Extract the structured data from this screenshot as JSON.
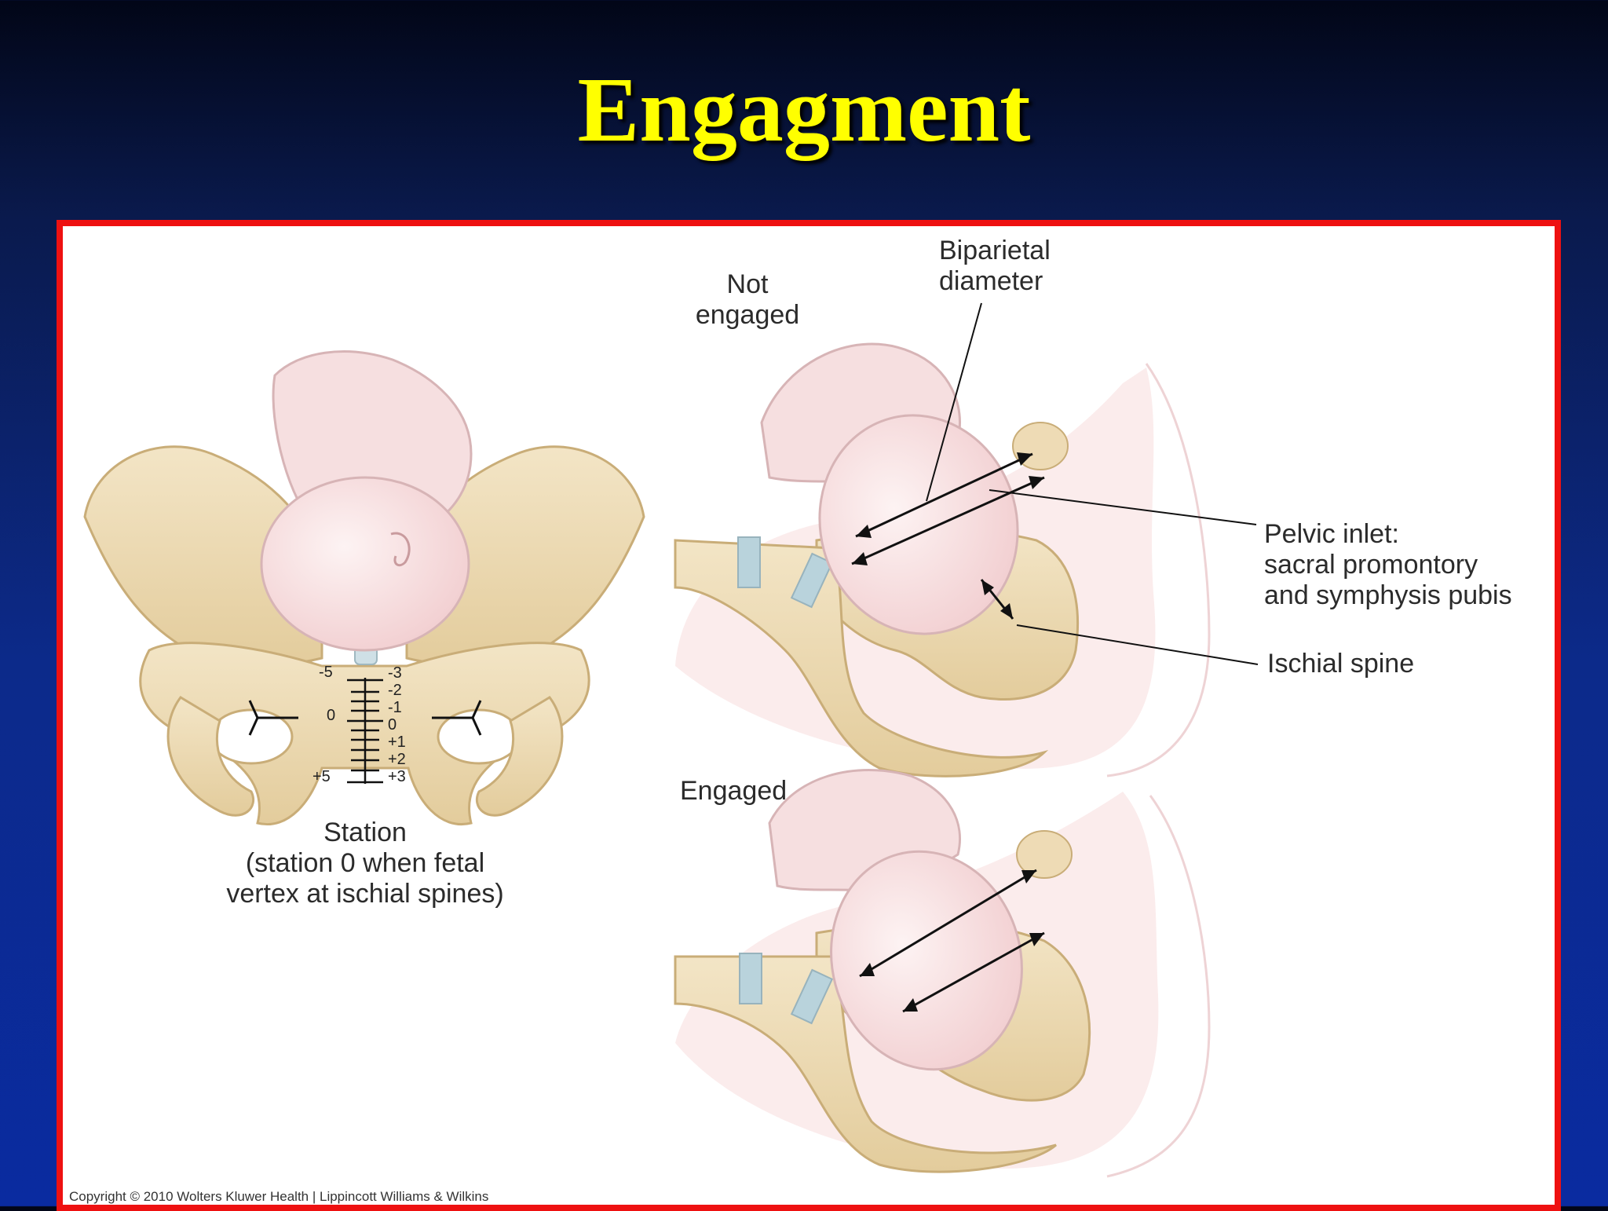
{
  "slide": {
    "title": "Engagment",
    "frame_color": "#ee1111",
    "title_color": "#ffff00"
  },
  "diagram": {
    "labels": {
      "not_engaged": "Not\nengaged",
      "engaged": "Engaged",
      "biparietal": "Biparietal\ndiameter",
      "pelvic_inlet": "Pelvic inlet:\nsacral promontory\nand symphysis pubis",
      "ischial_spine": "Ischial spine",
      "station": "Station\n(station 0 when fetal\nvertex at ischial spines)"
    },
    "station_scale": {
      "left": [
        "-5",
        "0",
        "+5"
      ],
      "right": [
        "-3",
        "-2",
        "-1",
        "0",
        "+1",
        "+2",
        "+3"
      ]
    },
    "copyright": "Copyright © 2010 Wolters Kluwer Health | Lippincott Williams & Wilkins"
  }
}
